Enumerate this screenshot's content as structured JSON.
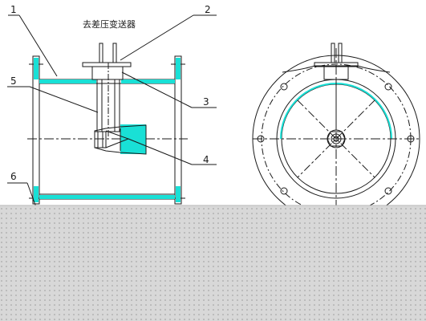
{
  "diagram": {
    "caption": "去差压变送器",
    "callouts": [
      {
        "id": "1",
        "text": "1"
      },
      {
        "id": "2",
        "text": "2"
      },
      {
        "id": "3",
        "text": "3"
      },
      {
        "id": "4",
        "text": "4"
      },
      {
        "id": "5",
        "text": "5"
      },
      {
        "id": "6",
        "text": "6"
      }
    ]
  },
  "colors": {
    "line": "#1a1a1a",
    "cutaway": "#19e0d6",
    "ground": "#d8d8d8",
    "ground_dots": "#9a9a9a",
    "background": "#ffffff"
  }
}
